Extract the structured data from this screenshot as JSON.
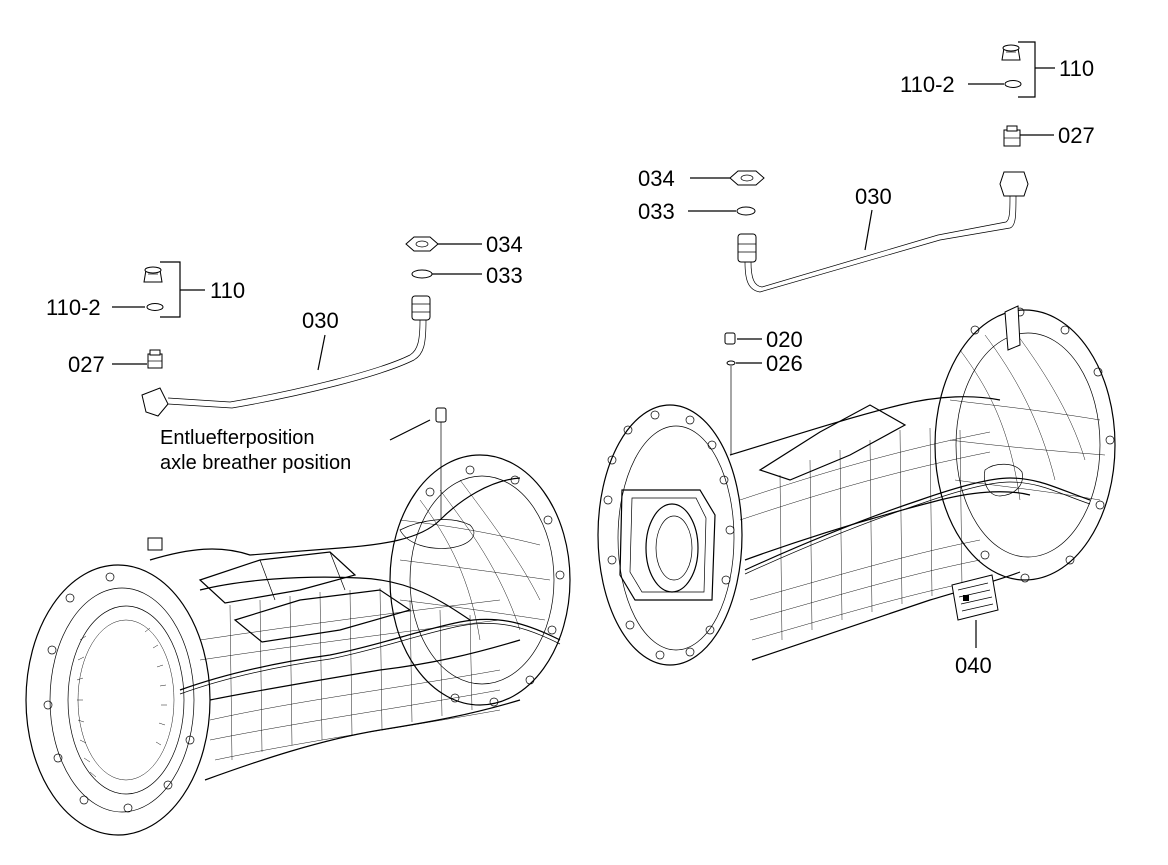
{
  "labels": {
    "l110": "110",
    "l110_2": "110-2",
    "l027": "027",
    "l030": "030",
    "l034": "034",
    "l033": "033",
    "r110": "110",
    "r110_2": "110-2",
    "r027": "027",
    "r030": "030",
    "r034": "034",
    "r033": "033",
    "r020": "020",
    "r026": "026",
    "r040": "040"
  },
  "note": {
    "line1": "Entluefterposition",
    "line2": "axle breather position"
  }
}
